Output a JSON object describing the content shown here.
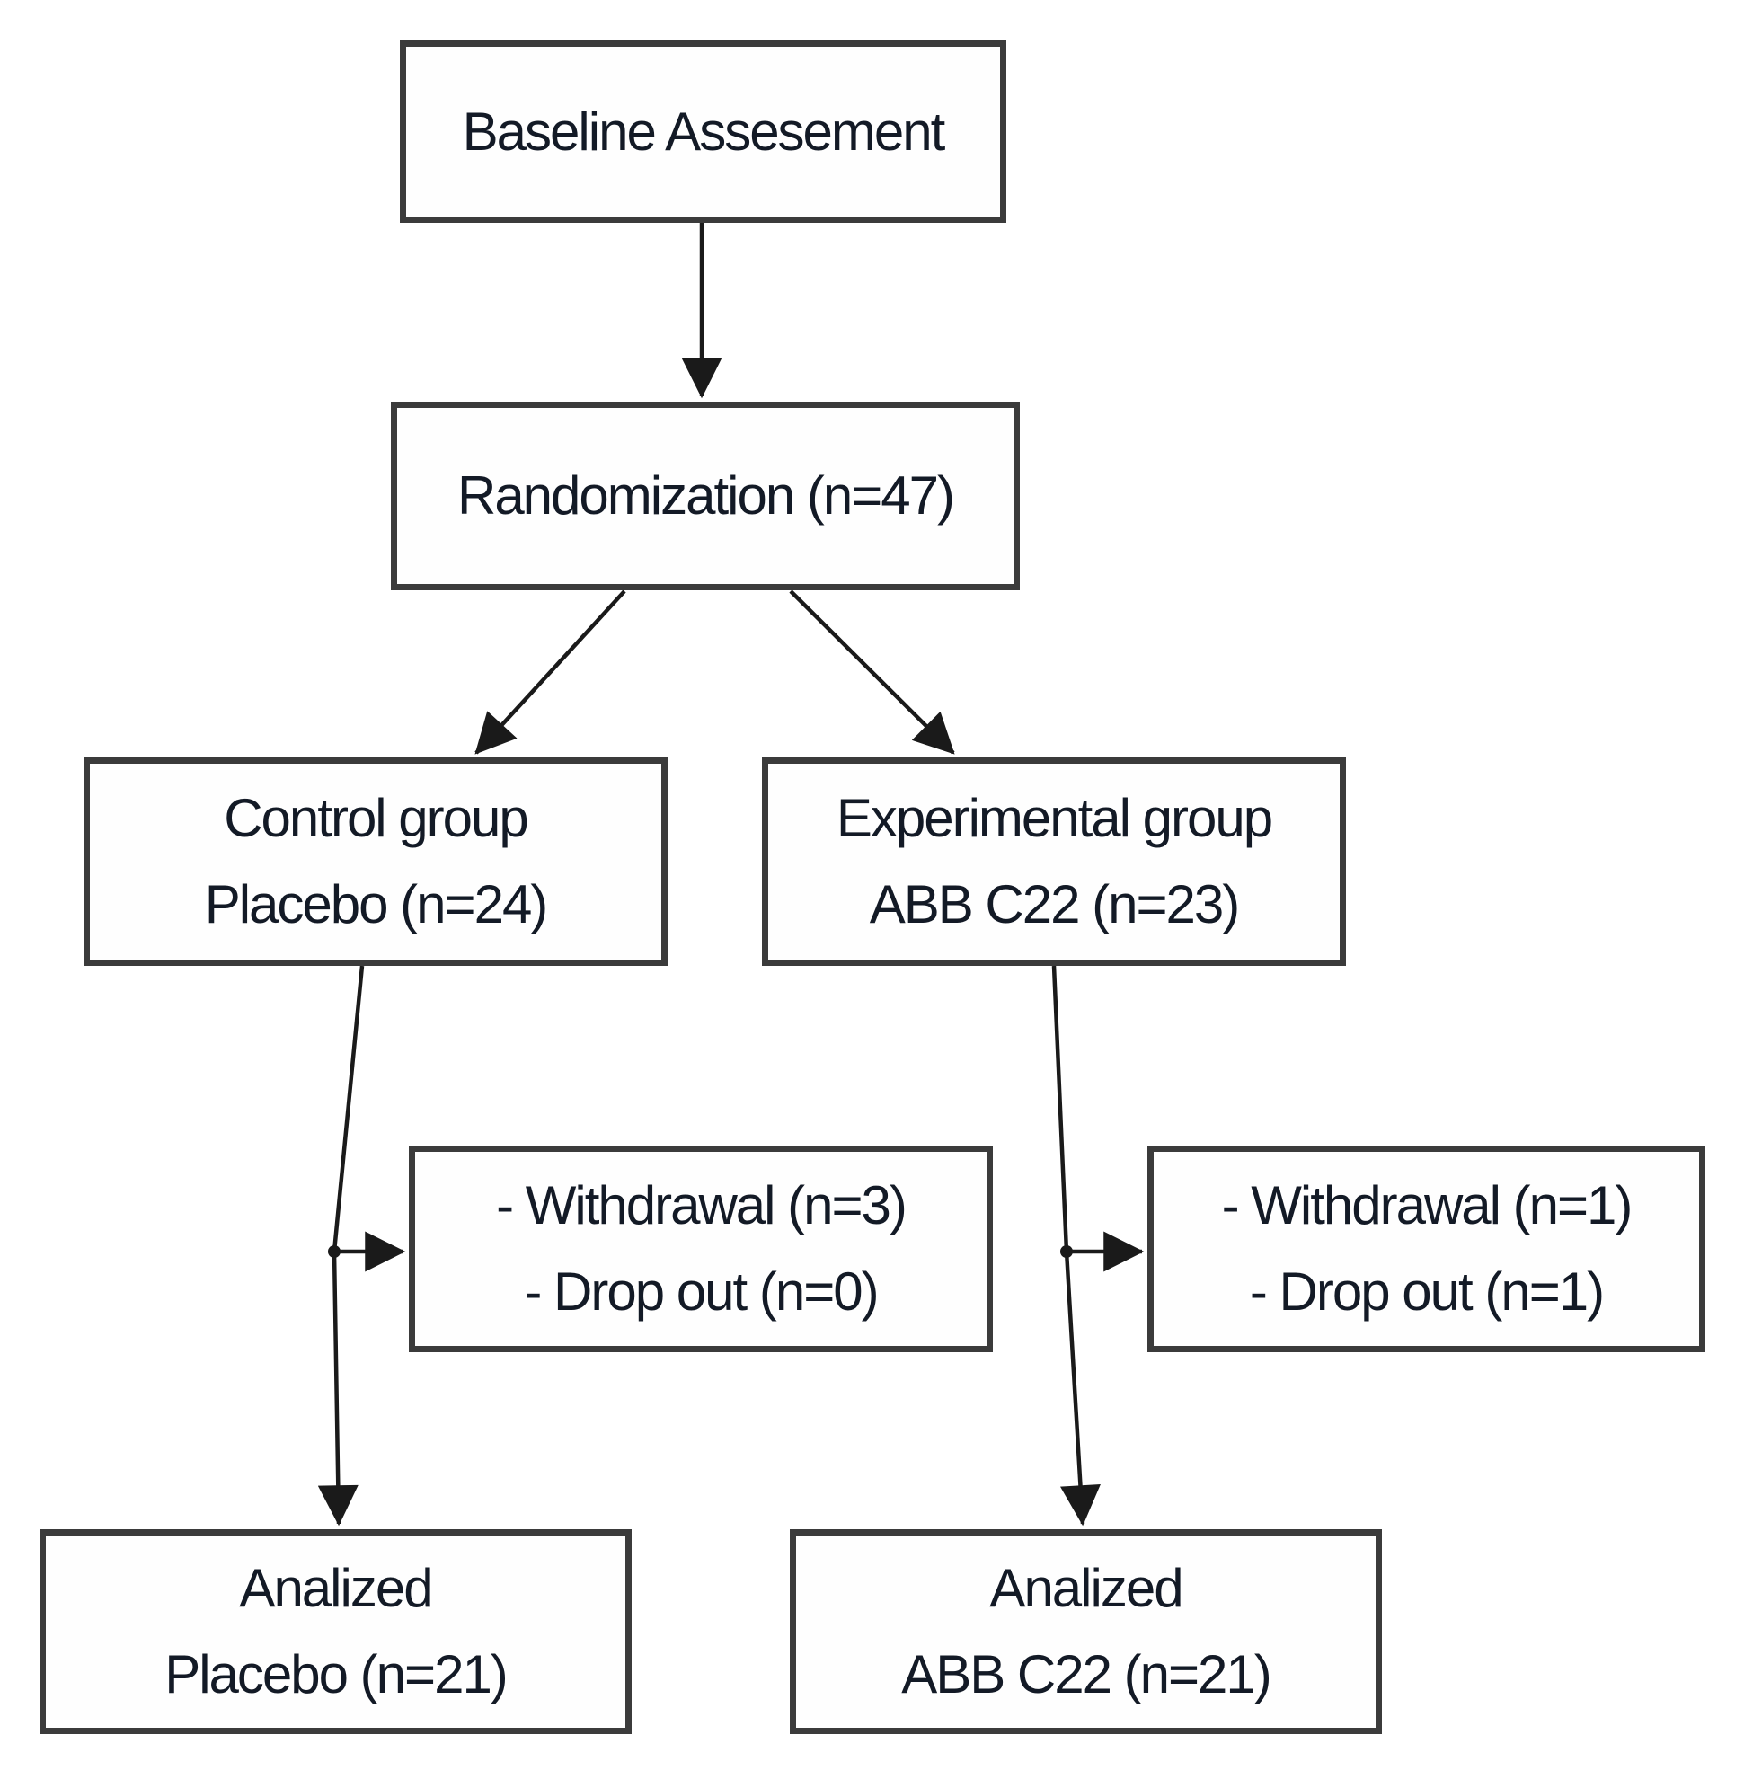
{
  "diagram": {
    "nodes": {
      "baseline": {
        "lines": [
          "Baseline Assesement"
        ]
      },
      "randomization": {
        "lines": [
          "Randomization (n=47)"
        ]
      },
      "control": {
        "lines": [
          "Control group",
          "Placebo (n=24)"
        ]
      },
      "experimental": {
        "lines": [
          "Experimental group",
          "ABB C22 (n=23)"
        ]
      },
      "withdrawal_control": {
        "lines": [
          "- Withdrawal (n=3)",
          "- Drop out (n=0)"
        ]
      },
      "withdrawal_experimental": {
        "lines": [
          "- Withdrawal (n=1)",
          "- Drop out (n=1)"
        ]
      },
      "analyzed_control": {
        "lines": [
          "Analized",
          "Placebo (n=21)"
        ]
      },
      "analyzed_experimental": {
        "lines": [
          "Analized",
          "ABB C22 (n=21)"
        ]
      }
    },
    "edges": [
      {
        "from": "baseline",
        "to": "randomization"
      },
      {
        "from": "randomization",
        "to": "control"
      },
      {
        "from": "randomization",
        "to": "experimental"
      },
      {
        "from": "control",
        "to": "withdrawal_control"
      },
      {
        "from": "control",
        "to": "analyzed_control"
      },
      {
        "from": "experimental",
        "to": "withdrawal_experimental"
      },
      {
        "from": "experimental",
        "to": "analyzed_experimental"
      }
    ],
    "colors": {
      "border": "#3b3b3b",
      "text": "#131a26",
      "line": "#1a1a1a",
      "background": "#ffffff"
    }
  }
}
